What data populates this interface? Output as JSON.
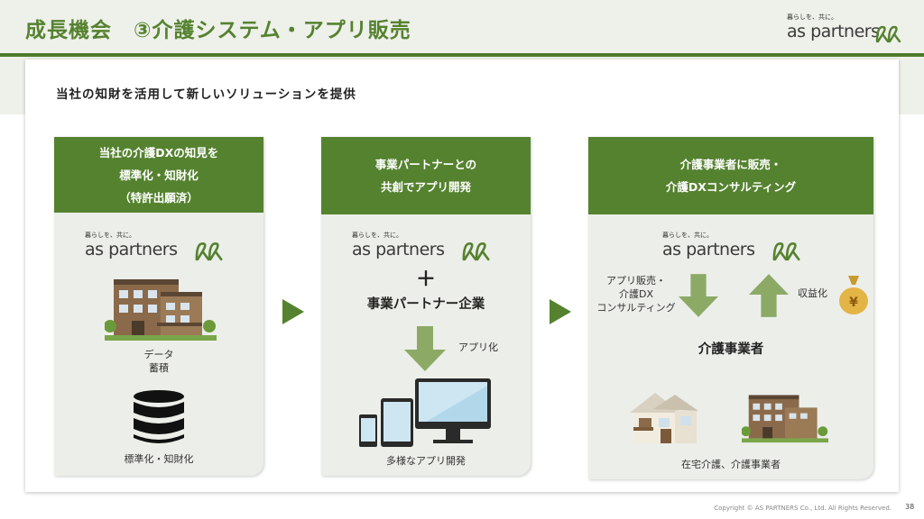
{
  "header": {
    "title": "成長機会　③介護システム・アプリ販売",
    "logo_tagline": "暮らしを、共に。",
    "logo_text": "as partners"
  },
  "subtitle": "当社の知財を活用して新しいソリューションを提供",
  "col1": {
    "head_lines": [
      "当社の介護DXの知見を",
      "標準化・知財化",
      "（特許出願済）"
    ],
    "logo_tagline": "暮らしを、共に。",
    "logo_text": "as partners",
    "data_label": [
      "データ",
      "蓄積"
    ],
    "bottom_label": "標準化・知財化"
  },
  "col2": {
    "head_lines": [
      "事業パートナーとの",
      "共創でアプリ開発"
    ],
    "logo_tagline": "暮らしを、共に。",
    "logo_text": "as partners",
    "plus": "＋",
    "partner": "事業パートナー企業",
    "app_label": "アプリ化",
    "bottom_label": "多様なアプリ開発"
  },
  "col3": {
    "head_lines": [
      "介護事業者に販売・",
      "介護DXコンサルティング"
    ],
    "logo_tagline": "暮らしを、共に。",
    "logo_text": "as partners",
    "sell_label": [
      "アプリ販売・",
      "介護DX",
      "コンサルティング"
    ],
    "revenue_label": "収益化",
    "provider": "介護事業者",
    "bottom_label": "在宅介護、介護事業者"
  },
  "footer": {
    "copyright": "Copyright © AS PARTNERS Co., Ltd. All Rights Reserved.",
    "page": "38"
  },
  "colors": {
    "accent": "#55822f",
    "arrow": "#8caa66",
    "panel_bg": "#eceee9"
  }
}
